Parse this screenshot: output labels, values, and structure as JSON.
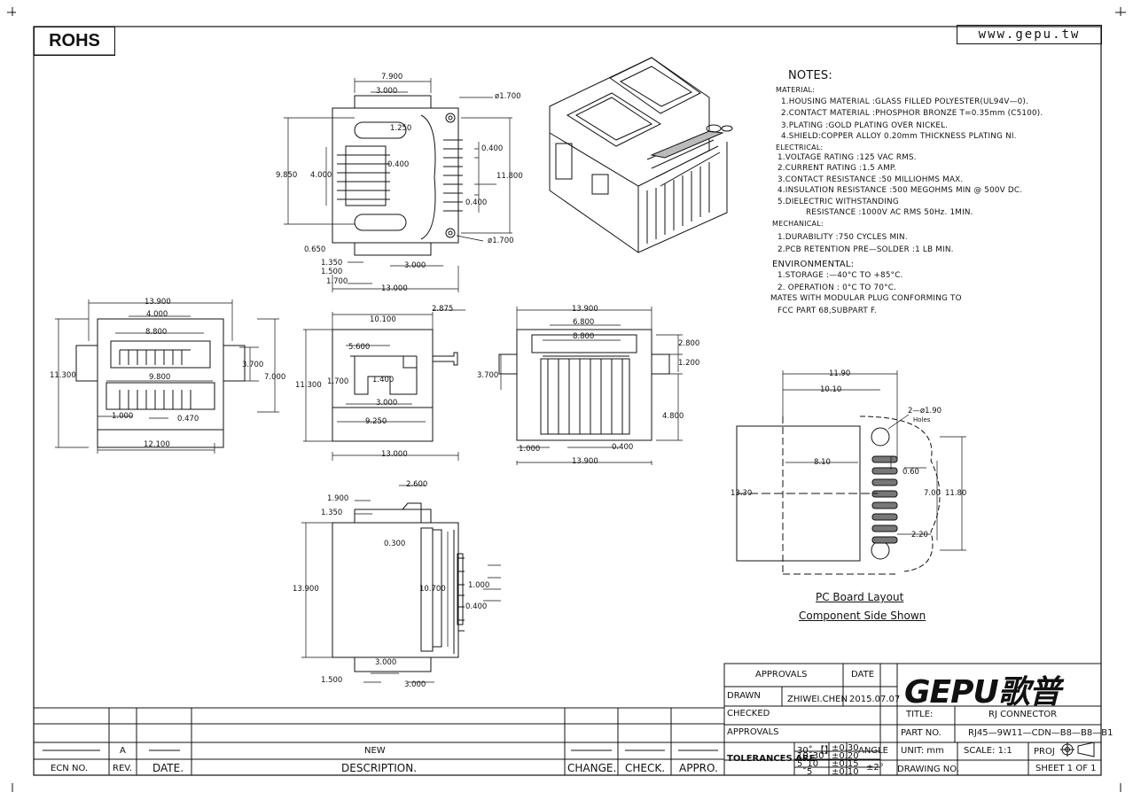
{
  "header": {
    "rohs": "ROHS",
    "website": "www.gepu.tw"
  },
  "notes": {
    "title": "NOTES:",
    "material_header": "MATERIAL:",
    "material": [
      "1.HOUSING MATERIAL :GLASS FILLED POLYESTER(UL94V—0).",
      "2.CONTACT MATERIAL :PHOSPHOR BRONZE T=0.35mm (C5100).",
      "3.PLATING :GOLD PLATING OVER NICKEL.",
      "4.SHIELD:COPPER ALLOY 0.20mm THICKNESS PLATING NI."
    ],
    "electrical_header": "ELECTRICAL:",
    "electrical": [
      "1.VOLTAGE RATING :125 VAC RMS.",
      "2.CURRENT RATING :1.5 AMP.",
      "3.CONTACT RESISTANCE :50 MILLIOHMS MAX.",
      "4.INSULATION RESISTANCE :500 MEGOHMS MIN @ 500V DC.",
      "5.DIELECTRIC WITHSTANDING",
      "RESISTANCE :1000V AC RMS 50Hz. 1MIN."
    ],
    "mechanical_header": "MECHANICAL:",
    "mechanical": [
      "1.DURABILITY :750 CYCLES MIN.",
      "2.PCB RETENTION PRE—SOLDER :1 LB MIN."
    ],
    "environmental_header": "ENVIRONMENTAL:",
    "environmental": [
      "1.STORAGE :—40°C TO +85°C.",
      "2. OPERATION : 0°C TO 70°C."
    ],
    "mates": [
      "MATES WITH MODULAR PLUG CONFORMING TO",
      "FCC PART 68,SUBPART F."
    ]
  },
  "dims": {
    "top_view": [
      "7.900",
      "3.000",
      "ø1.700",
      "1.250",
      "0.400",
      "9.850",
      "4.000",
      "0.400",
      "11.800",
      "0.400",
      "ø1.700",
      "0.650",
      "1.350",
      "1.500",
      "1.700",
      "3.000",
      "13.000"
    ],
    "front_view": [
      "13.900",
      "4.000",
      "8.800",
      "11.300",
      "3.700",
      "7.000",
      "9.800",
      "1.000",
      "0.470",
      "12.100"
    ],
    "side_view": [
      "10.100",
      "2.875",
      "5.600",
      "11.300",
      "1.700",
      "1.400",
      "3.000",
      "9.250",
      "13.000"
    ],
    "rear_view": [
      "13.900",
      "6.800",
      "8.800",
      "2.800",
      "1.200",
      "3.700",
      "4.800",
      "1.000",
      "0.400",
      "13.900"
    ],
    "bottom_view": [
      "1.900",
      "2.600",
      "1.350",
      "0.300",
      "13.900",
      "10.700",
      "1.000",
      "0.400",
      "3.000",
      "1.500",
      "3.000"
    ],
    "pcb": [
      "11.90",
      "10.10",
      "2—ø1.90",
      "Holes",
      "8.10",
      "13.30",
      "0.60",
      "7.00",
      "11.80",
      "2.20"
    ]
  },
  "pcb_caption": [
    "PC Board Layout",
    "Component Side Shown"
  ],
  "title_block": {
    "approvals": "APPROVALS",
    "date": "DATE",
    "drawn": "DRAWN",
    "drawn_by": "ZHIWEI.CHEN",
    "drawn_date": "2015.07.07",
    "checked": "CHECKED",
    "approvals2": "APPROVALS",
    "tolerances": "TOLERANCES ARE",
    "tol_rows": [
      [
        "30˚ 【】",
        "±0.30"
      ],
      [
        "10˚30",
        "±0.20"
      ],
      [
        "5˚10",
        "±0.15"
      ],
      [
        "˚5",
        "±0.10"
      ]
    ],
    "angle": "ANGLE",
    "angle_tol": "±2°",
    "brand": "GEPU歌普",
    "title_label": "TITLE:",
    "title": "RJ CONNECTOR",
    "part_label": "PART NO.",
    "part": "RJ45—9W11—CDN—B8—B8—B1",
    "unit": "UNIT: mm",
    "scale": "SCALE: 1:1",
    "proj": "PROJ",
    "drawing_no": "DRAWING NO.",
    "sheet": "SHEET 1 OF 1"
  },
  "revision": {
    "rev": "A",
    "desc": "NEW",
    "headers": [
      "ECN NO.",
      "REV.",
      "DATE.",
      "DESCRIPTION.",
      "CHANGE.",
      "CHECK.",
      "APPRO."
    ]
  }
}
